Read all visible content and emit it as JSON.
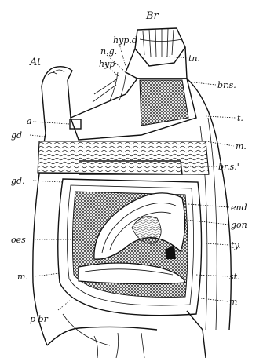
{
  "figure": {
    "labels": {
      "Br": "Br",
      "hyp_d": "hyp.d",
      "n_g": "n.g.",
      "hyp": "hyp",
      "At": "At",
      "tn": "tn.",
      "br_s": "br.s.",
      "a": "a",
      "t": "t.",
      "gd_upper": "gd",
      "m_upper": "m.",
      "br_s_prime": "br.s.'",
      "gd_lower": "gd.",
      "end": "end",
      "gon": "gon",
      "oes": "oes",
      "ty": "ty.",
      "m_lower_left": "m.",
      "st": "st.",
      "m_lower_right": "m",
      "p_br": "p br"
    }
  }
}
